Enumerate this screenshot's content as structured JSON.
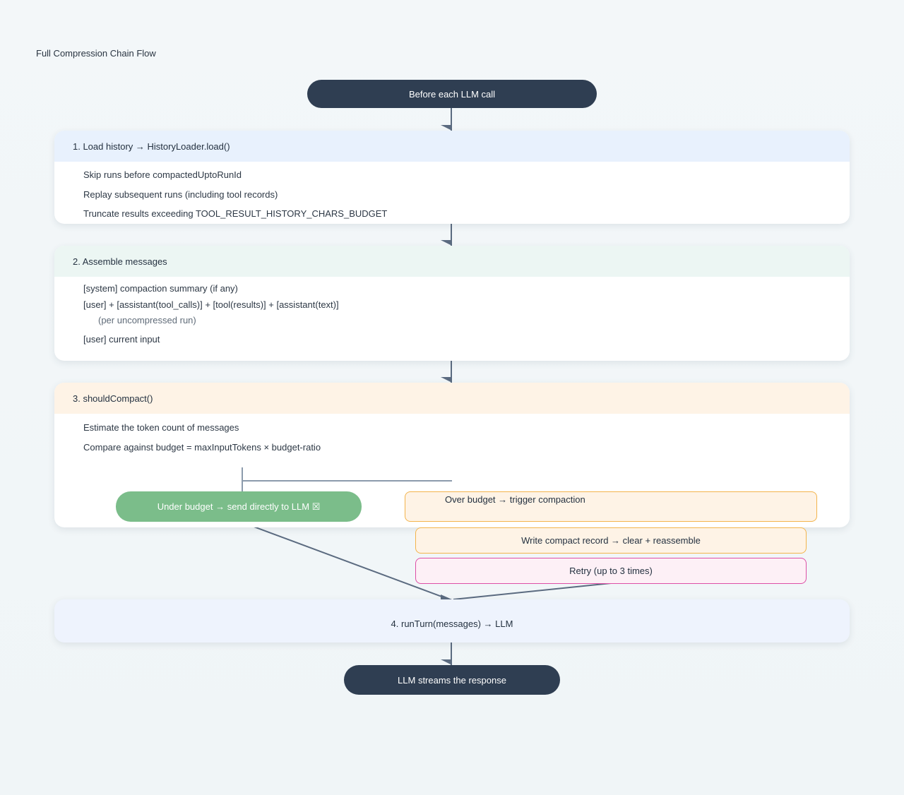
{
  "title": "Full Compression Chain Flow",
  "start": {
    "label": "Before each LLM call"
  },
  "step1": {
    "heading": "1. Load history → HistoryLoader.load()",
    "items": [
      "Skip runs before compactedUptoRunId",
      "Replay subsequent runs (including tool records)",
      "Truncate results exceeding TOOL_RESULT_HISTORY_CHARS_BUDGET"
    ]
  },
  "step2": {
    "heading": "2. Assemble messages",
    "item1": "[system] compaction summary (if any)",
    "item2": "[user] + [assistant(tool_calls)] + [tool(results)] + [assistant(text)]",
    "item2_note": "(per uncompressed run)",
    "item3": "[user] current input"
  },
  "step3": {
    "heading": "3. shouldCompact()",
    "items": [
      "Estimate the token count of messages",
      "Compare against budget = maxInputTokens × budget-ratio"
    ],
    "under_budget": "Under budget → send directly to LLM ☒",
    "over_budget": "Over budget → trigger compaction"
  },
  "compact": {
    "write": "Write compact record → clear + reassemble",
    "retry": "Retry (up to 3 times)"
  },
  "step4": {
    "label": "4. runTurn(messages) → LLM"
  },
  "end": {
    "label": "LLM streams the response"
  },
  "colors": {
    "dark": "#2f3e52",
    "step1_head": "#e8f1fd",
    "step2_head": "#ecf6f3",
    "step3_head": "#fef3e6",
    "step4": "#eef3fd",
    "green": "#7bbd8a",
    "orange_border": "#f3b44c",
    "orange_fill": "#fef3e6",
    "pink_border": "#dd4fa6",
    "pink_fill": "#fdf0f6",
    "connector": "#5b6b80"
  }
}
